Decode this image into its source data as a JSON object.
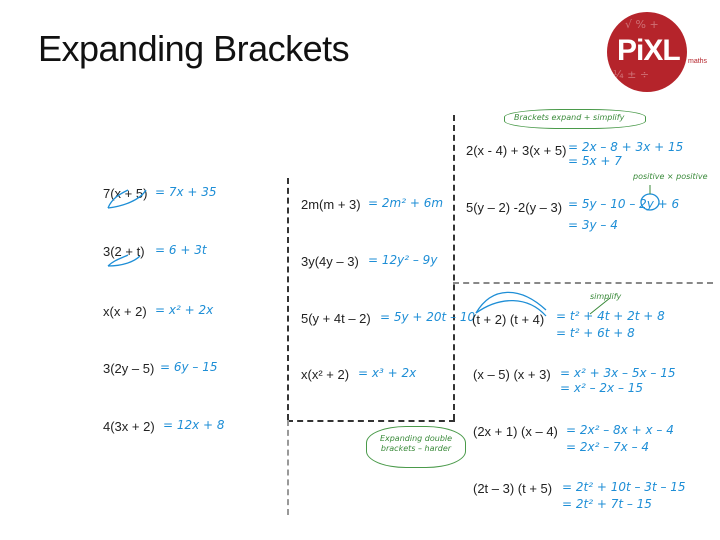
{
  "title": "Expanding Brackets",
  "logo": {
    "text": "PiXL",
    "sub": "maths",
    "color": "#b5242b"
  },
  "col1": [
    {
      "q": "7(x + 5)",
      "a": "= 7x + 35"
    },
    {
      "q": "3(2 + t)",
      "a": "= 6 + 3t"
    },
    {
      "q": "x(x + 2)",
      "a": "= x² + 2x"
    },
    {
      "q": "3(2y – 5)",
      "a": "= 6y – 15"
    },
    {
      "q": "4(3x + 2)",
      "a": "= 12x + 8"
    }
  ],
  "col2": [
    {
      "q": "2m(m + 3)",
      "a": "= 2m² + 6m"
    },
    {
      "q": "3y(4y – 3)",
      "a": "= 12y² – 9y"
    },
    {
      "q": "5(y + 4t – 2)",
      "a": "= 5y + 20t – 10"
    },
    {
      "q": "x(x² + 2)",
      "a": "= x³ + 2x"
    }
  ],
  "col3a": [
    {
      "q": "2(x - 4) + 3(x + 5)",
      "a1": "= 2x – 8 + 3x + 15",
      "a2": "= 5x + 7"
    },
    {
      "q": "5(y – 2) -2(y – 3)",
      "a1": "= 5y – 10 – 2y + 6",
      "a2": "= 3y – 4"
    }
  ],
  "col3b": [
    {
      "q": "(t + 2) (t + 4)",
      "a1": "= t² + 4t + 2t + 8",
      "a2": "= t² + 6t + 8"
    },
    {
      "q": "(x – 5) (x + 3)",
      "a1": "= x² + 3x – 5x – 15",
      "a2": "= x² – 2x – 15"
    },
    {
      "q": "(2x + 1) (x – 4)",
      "a1": "= 2x² – 8x + x – 4",
      "a2": "= 2x² – 7x – 4"
    },
    {
      "q": "(2t – 3) (t + 5)",
      "a1": "= 2t² + 10t – 3t – 15",
      "a2": "= 2t² + 7t – 15"
    }
  ],
  "notes": {
    "expand_simplify": "Brackets expand + simplify",
    "positive": "positive × positive",
    "simplify": "simplify",
    "double": "Expanding double brackets – harder"
  },
  "colors": {
    "question": "#222222",
    "answer": "#1e8ed6",
    "note": "#3a8a3a"
  }
}
